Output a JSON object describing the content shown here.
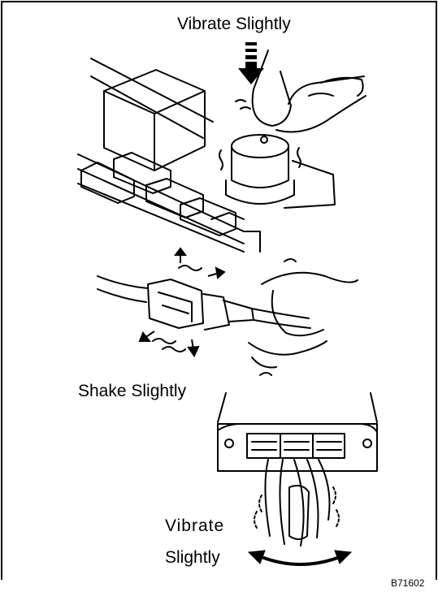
{
  "labels": {
    "vibrate_top": "Vibrate Slightly",
    "shake": "Shake Slightly",
    "vibrate_bottom_1": "Vibrate",
    "vibrate_bottom_2": "Slightly"
  },
  "figure_code": "B71602",
  "colors": {
    "line": "#000000",
    "background": "#ffffff"
  }
}
